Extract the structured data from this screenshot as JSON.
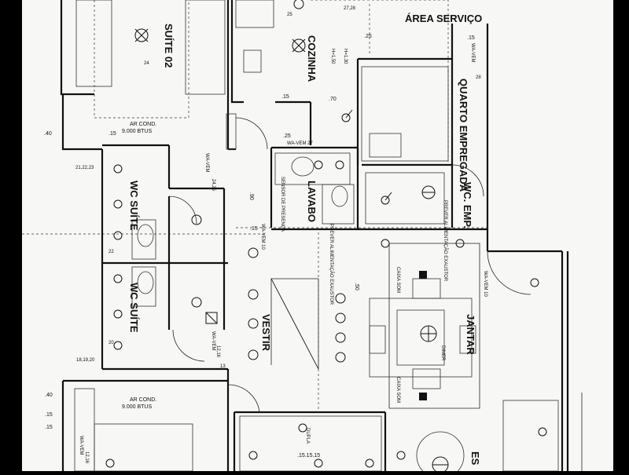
{
  "colors": {
    "paper": "#f7f7f5",
    "ink": "#111111",
    "border": "#000000"
  },
  "rooms": {
    "suite02": "SUÍTE 02",
    "area_servico": "ÁREA SERVIÇO",
    "cozinha": "COZINHA",
    "quarto_empregada": "QUARTO EMPREGADA",
    "wc_emp": "WC. EMP.",
    "lavabo": "LAVABO",
    "wc_suite_1": "WC SUÍTE",
    "wc_suite_2": "WC SUÍTE",
    "vestir": "VESTIR",
    "jantar": "JANTAR",
    "es": "ES"
  },
  "labels": {
    "ar_cond_1": "AR COND.",
    "btus_1": "9.000 BTUS",
    "ar_cond_2": "AR COND.",
    "btus_2": "9.000 BTUS",
    "sensor": "SENSOR DE PRESENÇA",
    "prever_exaustor": "PREVER ALIMENTAÇÃO EXAUSTOR",
    "prever_exaustor_2": "PREVER ALIMENTAÇÃO EXAUSTOR",
    "caixa_som_1": "CAIXA SOM",
    "caixa_som_2": "CAIXA SOM",
    "dimer": "DIMER",
    "dupla": "DUPLA",
    "h150": "H=1,50",
    "h130": "H=1,30"
  },
  "annotations": {
    "a1": "25",
    "a2": "27,28",
    "a3": ".25",
    "a4": ".15",
    "a5": "WA-VEM",
    "a6": "28",
    "a7": ".70",
    "a8": ".15",
    "a9": ".40",
    "a10": ".15",
    "a11": ".25",
    "a12": "WA-VEM 27",
    "a13": "21,22,23",
    "a14": "WA-VEM",
    "a15": "24,25",
    "a16": ".90",
    "a17": ".15",
    "a18": "WA-VEM 10",
    "a19": "18,19,20",
    "a20": "WA-VEM",
    "a21": "12,16",
    "a22": ".50",
    "a23": "WA-VEM 10",
    "a24": ".40",
    "a25": ".15",
    "a26": ".15",
    "a27": ".15.15.15",
    "a28": "WA-VEM",
    "a29": "12,16",
    "a30": "13",
    "a31": "24",
    "a32": "20",
    "a33": "22"
  }
}
